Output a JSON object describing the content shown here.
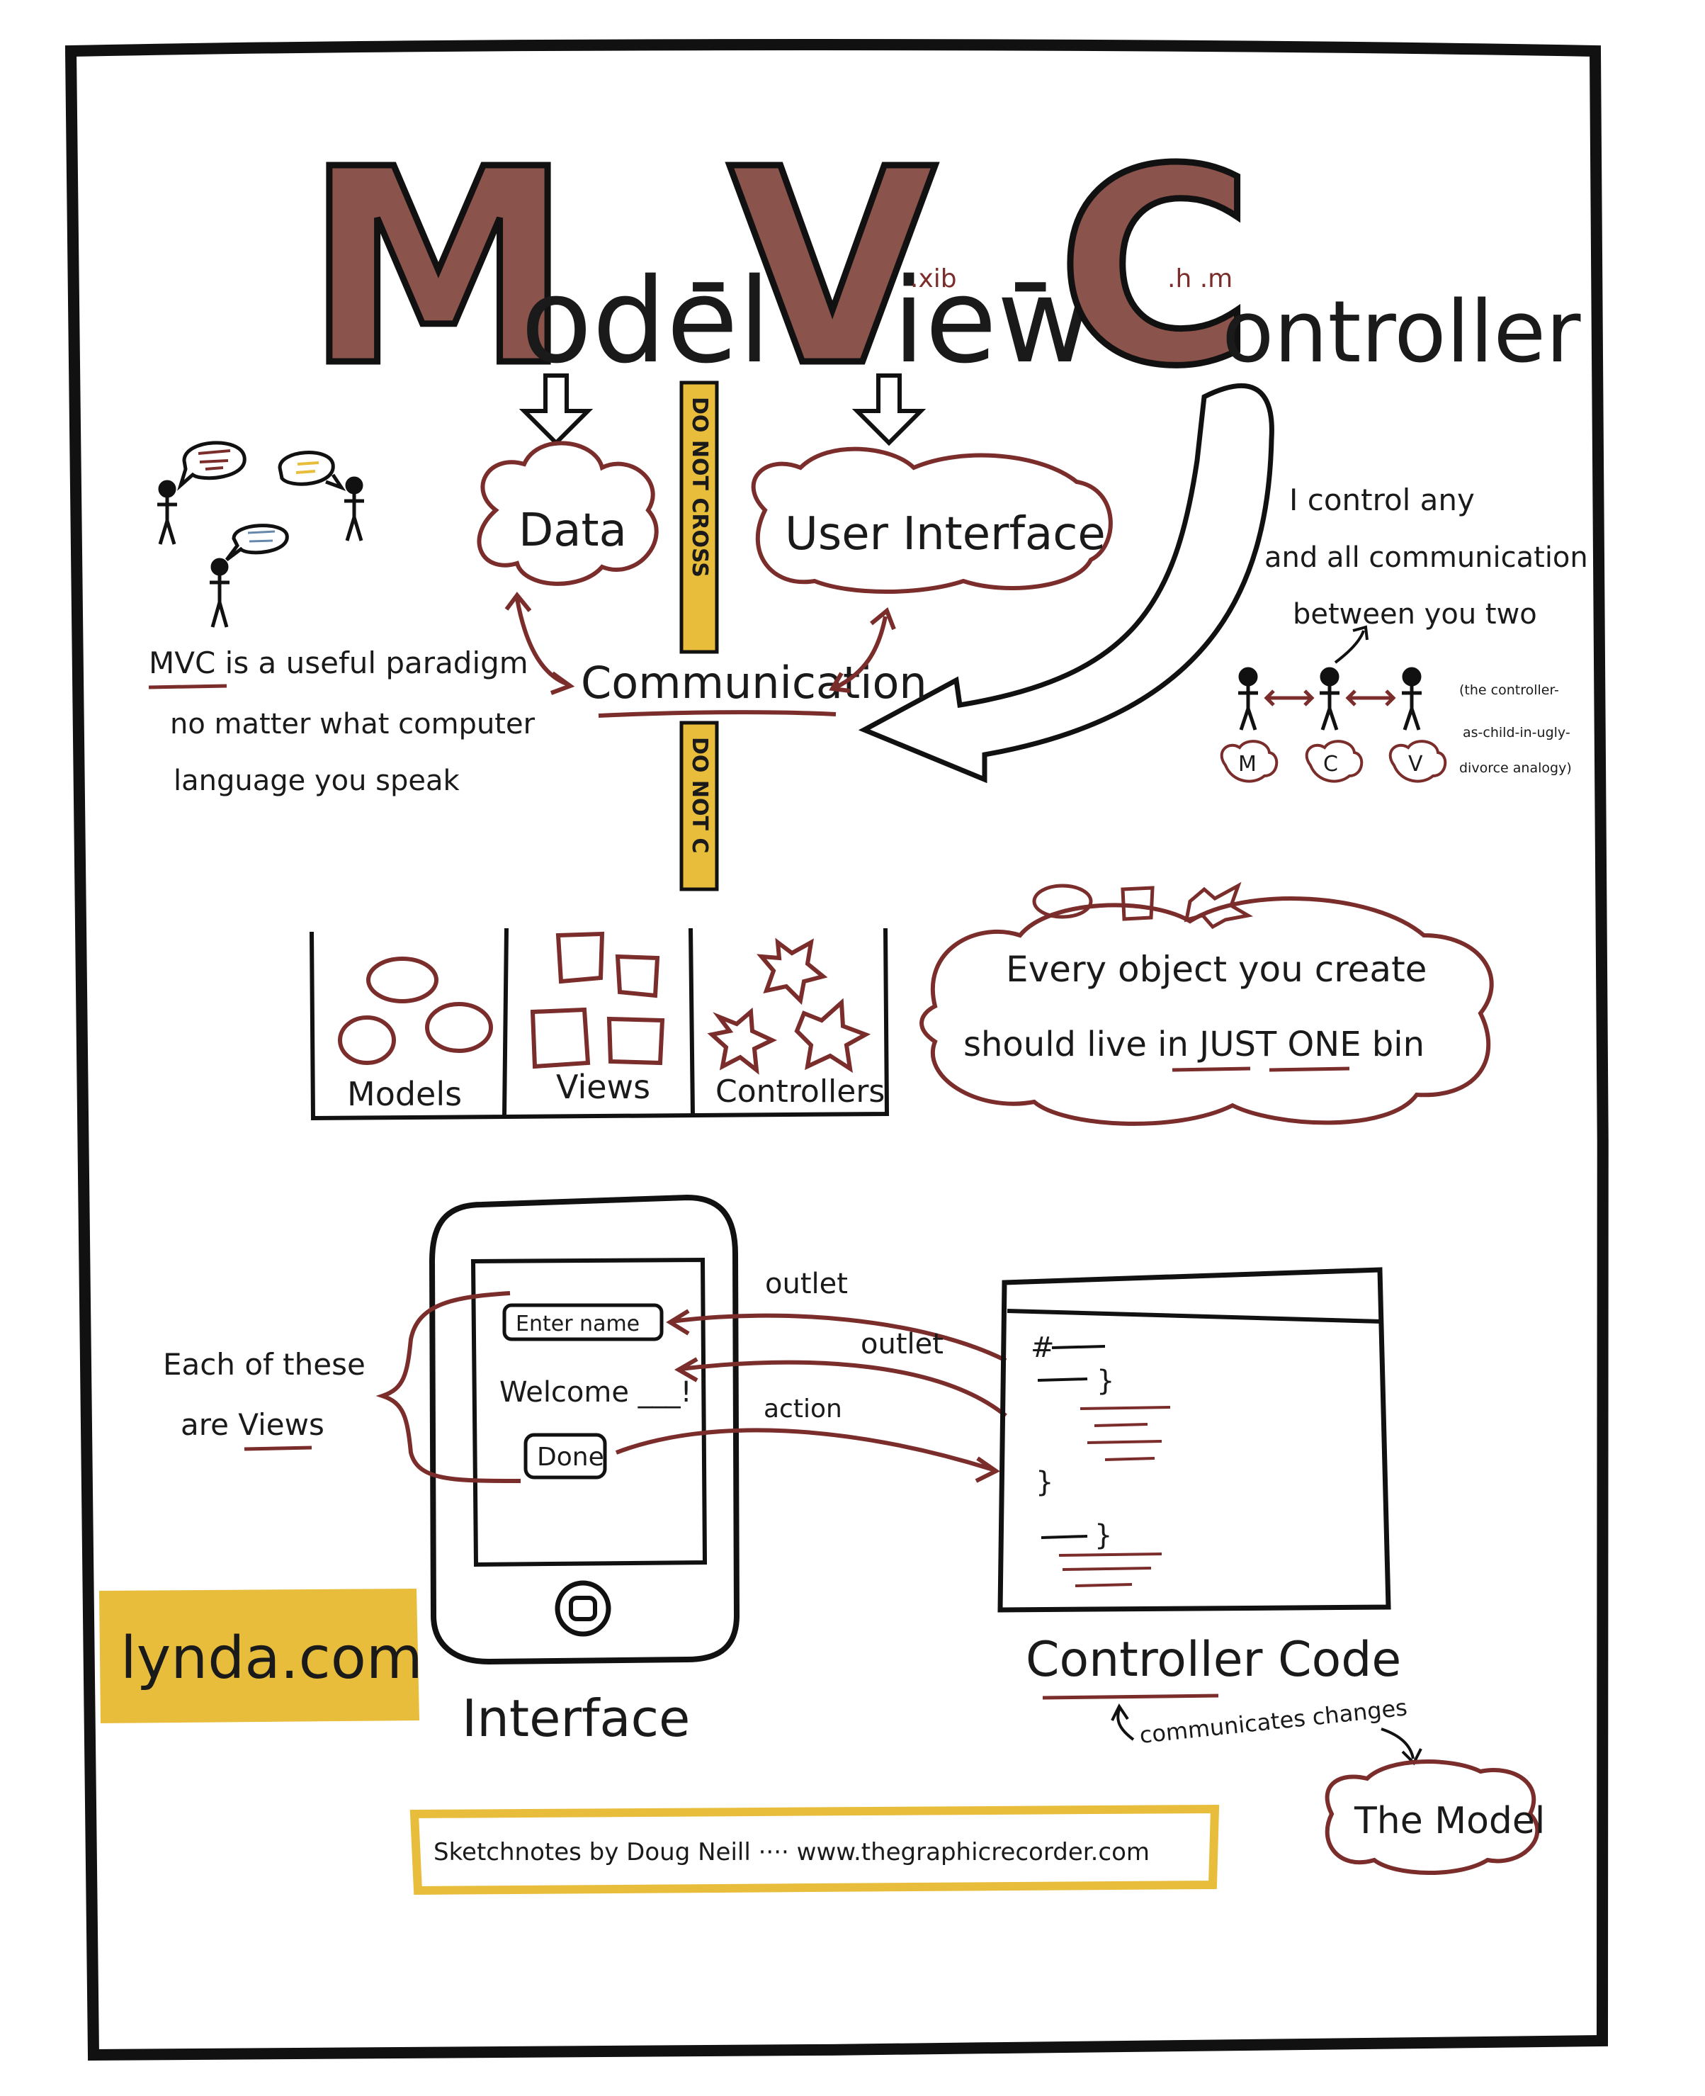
{
  "title": {
    "model": {
      "initial": "M",
      "rest": "odel"
    },
    "view": {
      "initial": "V",
      "rest": "iew"
    },
    "controller": {
      "initial": "C",
      "rest": "ontroller"
    },
    "dash1": "-",
    "dash2": "-",
    "view_ext": ".xib",
    "controller_ext": ".h .m"
  },
  "center": {
    "data": "Data",
    "user_interface": "User Interface",
    "communication": "Communication",
    "barrier_top": "DO NOT CROSS",
    "barrier_bottom": "DO NOT C"
  },
  "left_note": [
    "MVC is a useful paradigm",
    "no matter what computer",
    "language you speak"
  ],
  "right_note": {
    "lines": [
      "I control any",
      "and all communication",
      "between you two"
    ],
    "aside": [
      "(the controller-",
      "as-child-in-ugly-",
      "divorce analogy)"
    ],
    "figures": [
      "M",
      "C",
      "V"
    ]
  },
  "bins": {
    "labels": [
      "Models",
      "Views",
      "Controllers"
    ]
  },
  "bin_cloud": {
    "line1": "Every object you create",
    "line2": "should live in JUST ONE bin"
  },
  "phone": {
    "field": "Enter name",
    "welcome": "Welcome ___!",
    "button": "Done",
    "label": "Interface"
  },
  "views_note": [
    "Each of these",
    "are Views"
  ],
  "connections": {
    "outlet1": "outlet",
    "outlet2": "outlet",
    "action": "action"
  },
  "code": {
    "label": "Controller Code",
    "line_hash": "#",
    "brace1": "}",
    "brace2": "}",
    "brace3": "}"
  },
  "model_link": {
    "text": "communicates changes",
    "model": "The Model"
  },
  "logo": "lynda.com",
  "credit": "Sketchnotes by Doug Neill ···· www.thegraphicrecorder.com",
  "colors": {
    "ink": "#111111",
    "maroon": "#7a2d2a",
    "title_fill": "#8a534b",
    "yellow": "#e8bd3c"
  }
}
